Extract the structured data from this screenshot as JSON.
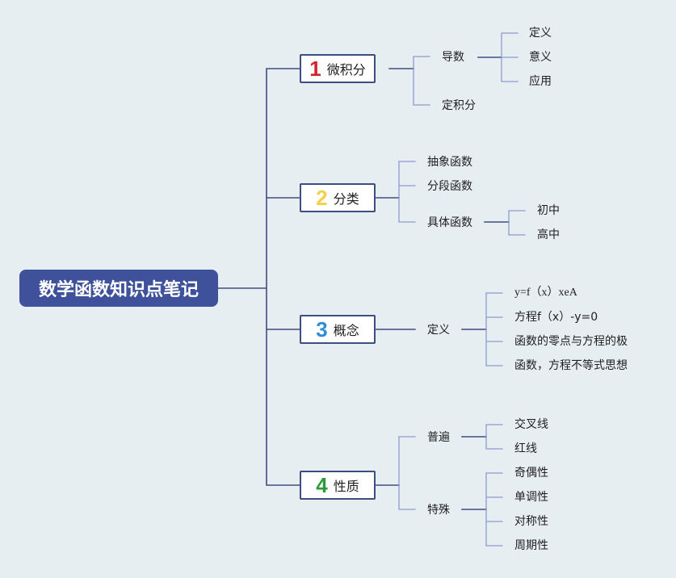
{
  "root": {
    "label": "数学函数知识点笔记"
  },
  "colors": {
    "background": "#e7eef2",
    "root_fill": "#3e519a",
    "branch_border": "#3e4d82",
    "connector_main": "#3e4d82",
    "connector_leaf": "#8d9ccd",
    "num_1": "#d0262c",
    "num_2": "#f4d046",
    "num_3": "#2d8fd6",
    "num_4": "#2c9a3a"
  },
  "branches": [
    {
      "num": "1",
      "label": "微积分",
      "children": [
        {
          "label": "导数",
          "children": [
            {
              "label": "定义"
            },
            {
              "label": "意义"
            },
            {
              "label": "应用"
            }
          ]
        },
        {
          "label": "定积分"
        }
      ]
    },
    {
      "num": "2",
      "label": "分类",
      "children": [
        {
          "label": "抽象函数"
        },
        {
          "label": "分段函数"
        },
        {
          "label": "具体函数",
          "children": [
            {
              "label": "初中"
            },
            {
              "label": "高中"
            }
          ]
        }
      ]
    },
    {
      "num": "3",
      "label": "概念",
      "children": [
        {
          "label": "定义",
          "children": [
            {
              "label": "y=f（x）xeA"
            },
            {
              "label": "方程f（x）-y=0"
            },
            {
              "label": "函数的零点与方程的极"
            },
            {
              "label": "函数，方程不等式思想"
            }
          ]
        }
      ]
    },
    {
      "num": "4",
      "label": "性质",
      "children": [
        {
          "label": "普遍",
          "children": [
            {
              "label": "交叉线"
            },
            {
              "label": "红线"
            }
          ]
        },
        {
          "label": "特殊",
          "children": [
            {
              "label": "奇偶性"
            },
            {
              "label": "单调性"
            },
            {
              "label": "对称性"
            },
            {
              "label": "周期性"
            }
          ]
        }
      ]
    }
  ]
}
